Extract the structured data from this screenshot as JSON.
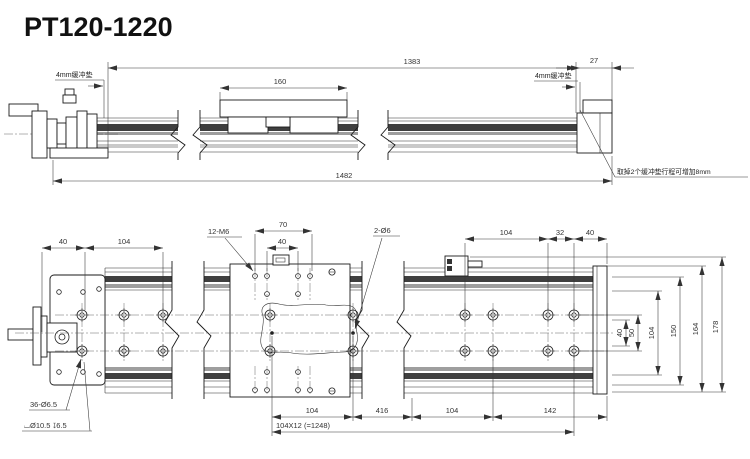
{
  "title": "PT120-1220",
  "colors": {
    "line": "#1a1a1a",
    "dim_text": "#333333",
    "slot_band_dark": "#3f3f3f",
    "slot_band_gray": "#9e9e9e"
  },
  "side_view": {
    "labels": {
      "buffer_left": "4mm缓冲垫",
      "buffer_right": "4mm缓冲垫",
      "stroke_note": "取掉2个缓冲垫行程可增加8mm"
    },
    "dims": {
      "stroke": "1383",
      "carriage_length": "160",
      "end_gap": "27",
      "overall_length": "1482"
    }
  },
  "plan_view": {
    "labels": {
      "carriage_holes": "12-M6",
      "pin_holes": "2-Ø6",
      "base_holes": "36-Ø6.5",
      "counterbore": "⌴Ø10.5 ↧6.5"
    },
    "dims_top": {
      "left_40": "40",
      "left_104": "104",
      "carriage_70": "70",
      "carriage_40": "40",
      "right_104": "104",
      "right_32": "32",
      "right_40": "40"
    },
    "dims_right": {
      "w40": "40",
      "w50": "50",
      "w104": "104",
      "w150": "150",
      "w164": "164",
      "w178": "178"
    },
    "dims_bottom": {
      "p104_a": "104",
      "p416": "416",
      "p104_b": "104",
      "pitch_total": "104X12 (=1248)",
      "end_142": "142"
    }
  }
}
